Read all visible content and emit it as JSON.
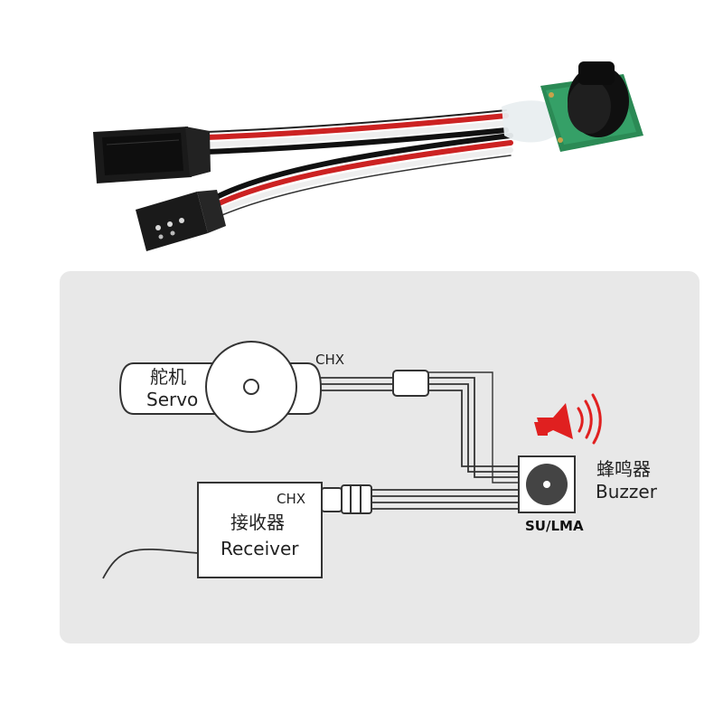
{
  "colors": {
    "panel": "#e8e8e8",
    "stroke": "#333333",
    "speaker": "#e02020",
    "box_fill": "#ffffff",
    "buzzer_dark": "#444444"
  },
  "photo": {
    "icon": "servo-cable-buzzer-photo"
  },
  "diagram": {
    "servo": {
      "label_cn": "舵机",
      "label_en": "Servo",
      "port": "CHX"
    },
    "receiver": {
      "label_cn": "接收器",
      "label_en": "Receiver",
      "port": "CHX"
    },
    "buzzer": {
      "label_cn": "蜂鸣器",
      "label_en": "Buzzer",
      "model": "SU/LMA"
    },
    "speaker_icon": "speaker-sound-icon",
    "antenna_icon": "antenna-wire-icon"
  }
}
